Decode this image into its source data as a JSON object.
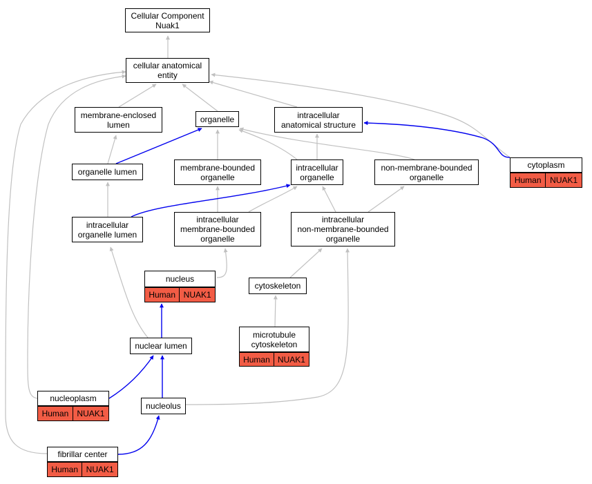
{
  "colors": {
    "is_a_edge": "#c0c0c0",
    "part_of_edge": "#0000ee",
    "annotation_fill": "#f25c45",
    "node_border": "#000000"
  },
  "nodes": {
    "root": "Cellular Component\nNuak1",
    "cae": "cellular anatomical\nentity",
    "mel": "membrane-enclosed\nlumen",
    "org": "organelle",
    "ias": "intracellular\nanatomical structure",
    "cyto": "cytoplasm",
    "olum": "organelle lumen",
    "mbo": "membrane-bounded\norganelle",
    "io": "intracellular\norganelle",
    "nmbo": "non-membrane-bounded\norganelle",
    "iol": "intracellular\norganelle lumen",
    "imbo": "intracellular\nmembrane-bounded\norganelle",
    "inmbo": "intracellular\nnon-membrane-bounded\norganelle",
    "nuc": "nucleus",
    "csk": "cytoskeleton",
    "mtc": "microtubule\ncytoskeleton",
    "nl": "nuclear lumen",
    "np": "nucleoplasm",
    "nucl": "nucleolus",
    "fc": "fibrillar center"
  },
  "annotations": {
    "species": "Human",
    "gene": "NUAK1"
  }
}
